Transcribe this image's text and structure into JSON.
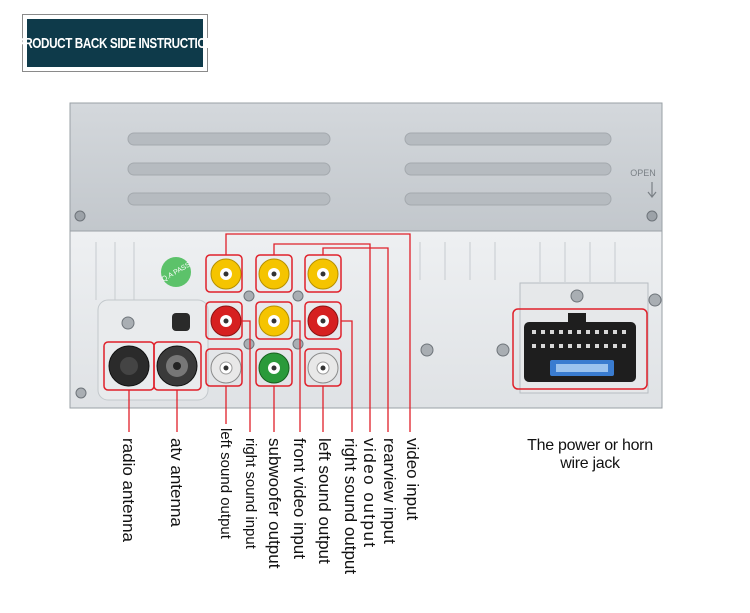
{
  "header": {
    "title": "PRODUCT BACK SIDE INSTRUCTION"
  },
  "panel": {
    "qa_badge": "Q.A PASS",
    "open_mark": "OPEN"
  },
  "labels": [
    "radio antenna",
    "atv antenna",
    "left sound output",
    "right sound input",
    "subwoofer output",
    "front video input",
    "left sound output",
    "right sound output",
    "video output",
    "rearview input",
    "video input"
  ],
  "power_jack": {
    "line1": "The power or horn",
    "line2": "wire jack"
  },
  "colors": {
    "header_bg": "#0e3a4a",
    "callout": "#e0202a",
    "rca_yellow": "#f5c400",
    "rca_red": "#d62020",
    "rca_green": "#2a9a3a",
    "rca_white": "#e8e8e8"
  }
}
